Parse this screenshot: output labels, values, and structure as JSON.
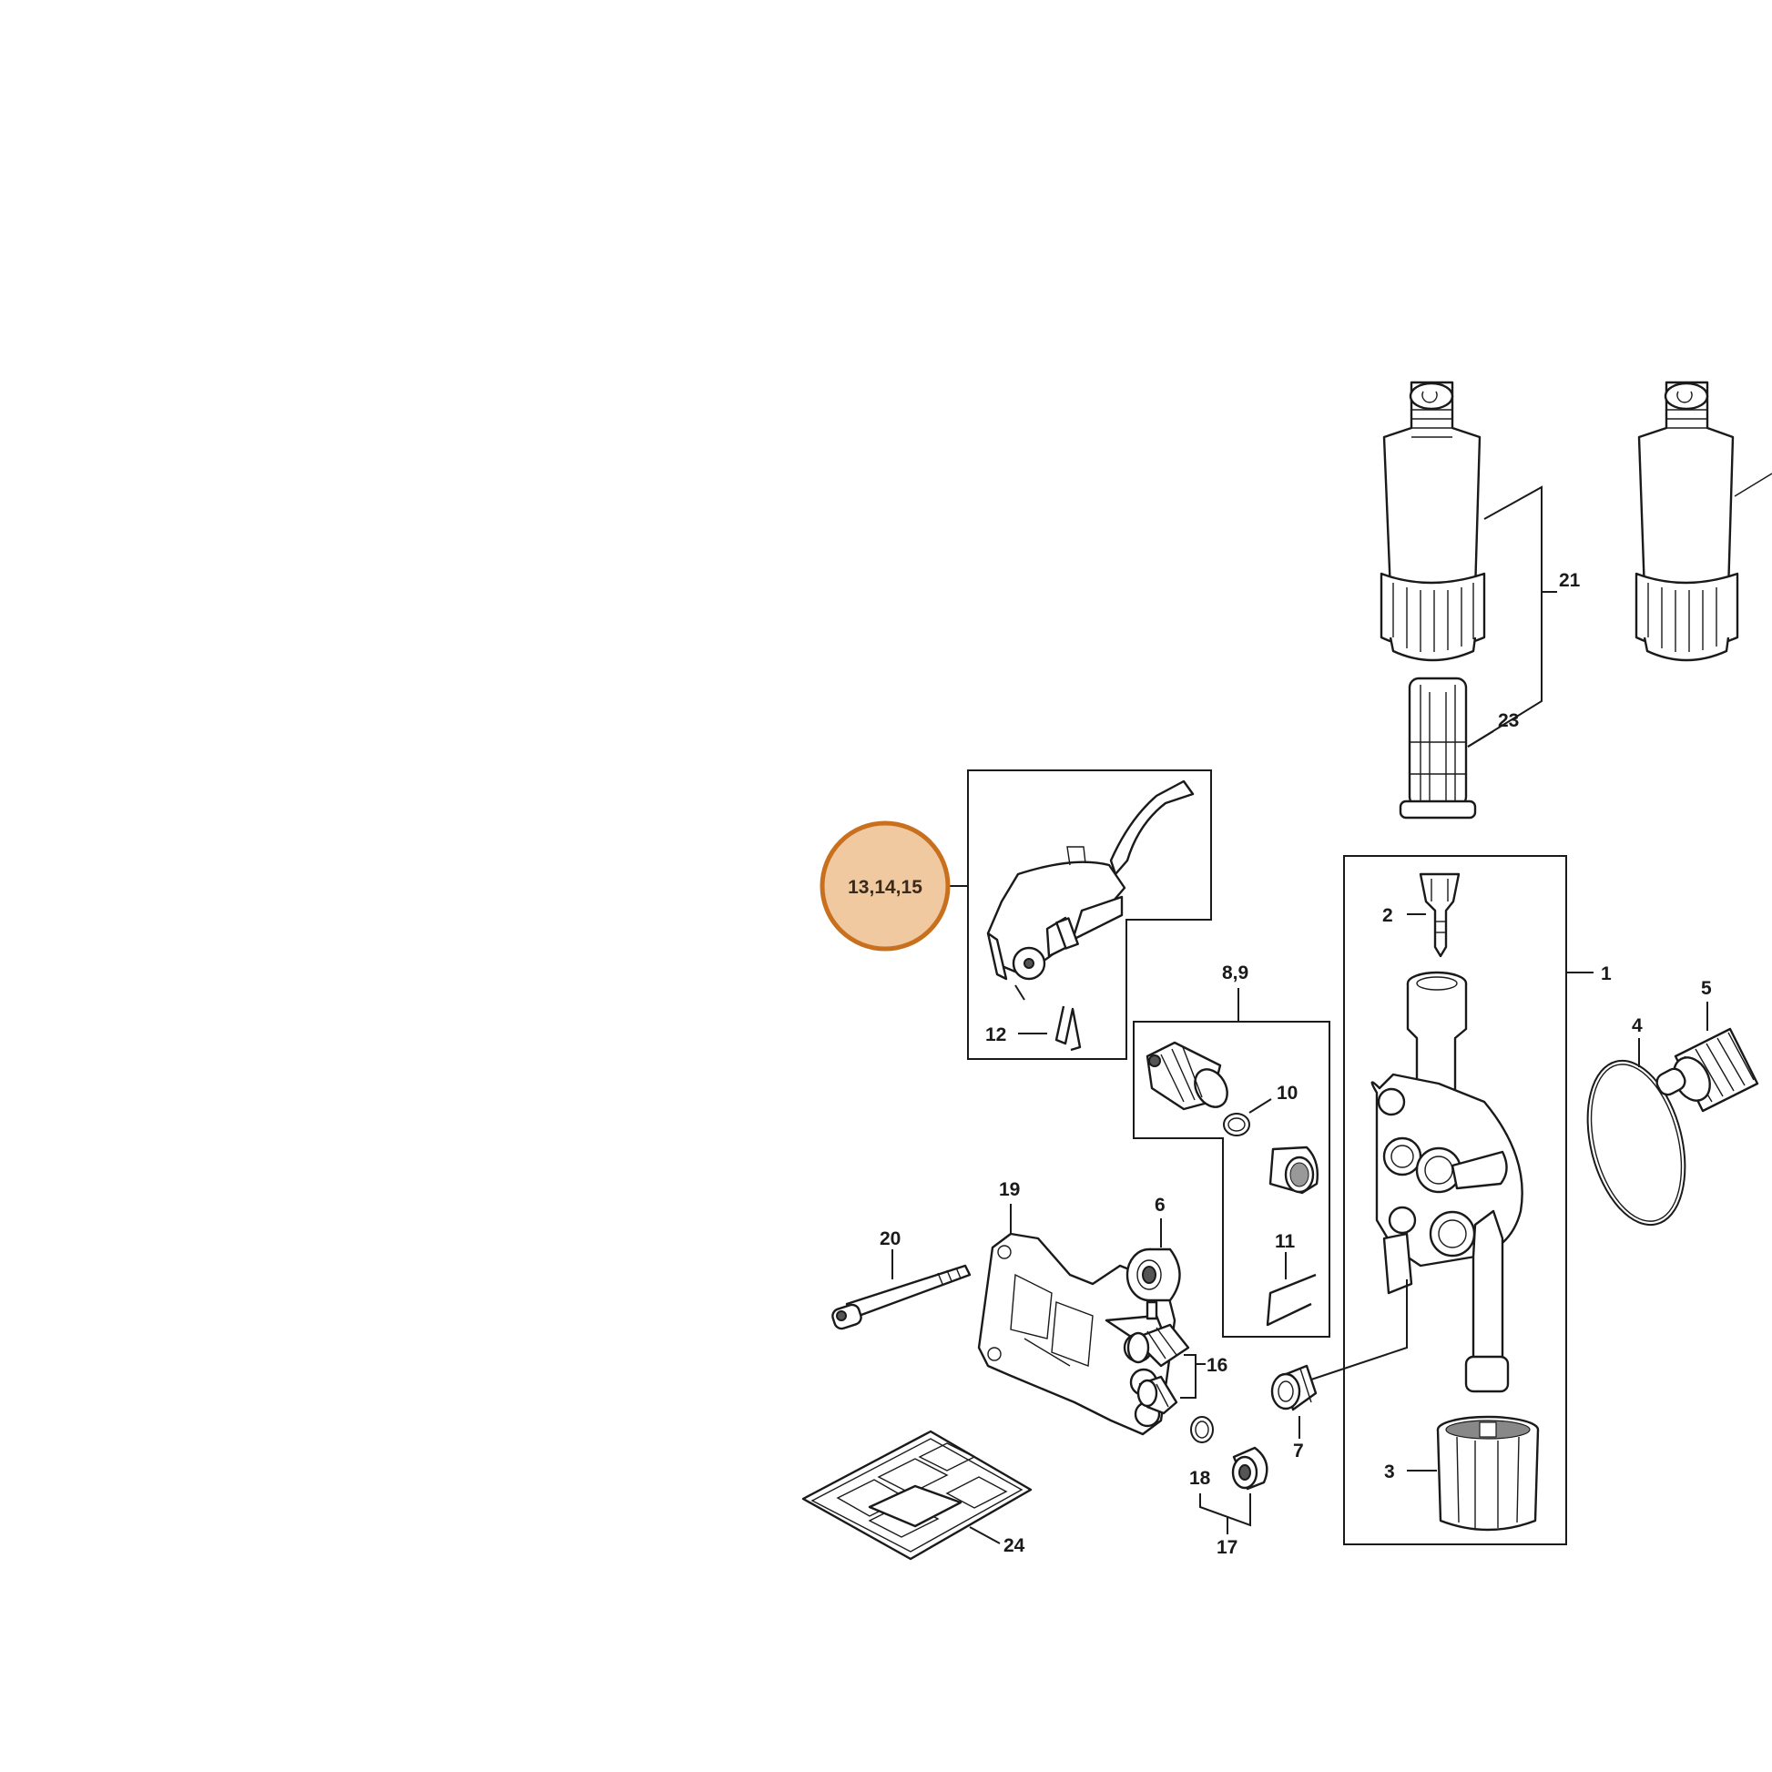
{
  "highlight": {
    "label": "13,14,15",
    "fill": "#f0c9a0",
    "stroke": "#c8701e"
  },
  "labels": {
    "p1": "1",
    "p2": "2",
    "p3": "3",
    "p4": "4",
    "p5": "5",
    "p6": "6",
    "p7": "7",
    "p8_9": "8,9",
    "p10": "10",
    "p11": "11",
    "p12": "12",
    "p16": "16",
    "p17": "17",
    "p18": "18",
    "p19": "19",
    "p20": "20",
    "p21": "21",
    "p23": "23",
    "p24": "24"
  }
}
